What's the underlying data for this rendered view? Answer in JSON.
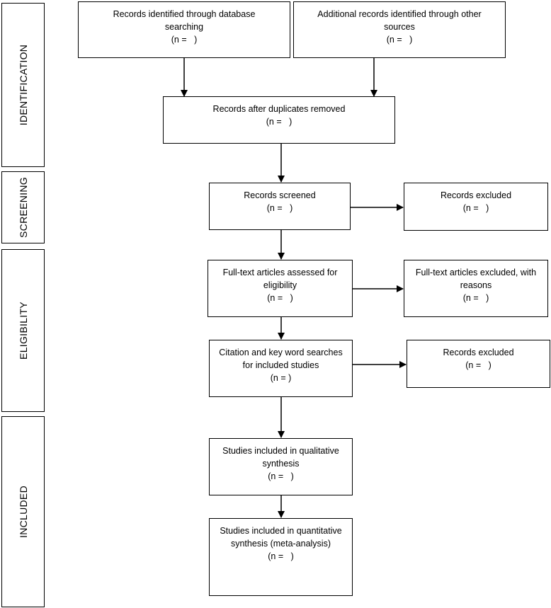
{
  "stages": {
    "identification": "IDENTIFICATION",
    "screening": "SCREENING",
    "eligibility": "ELIGIBILITY",
    "included": "INCLUDED"
  },
  "boxes": {
    "db_search": {
      "line1": "Records identified through database",
      "line2": "searching",
      "line3": "(n =   )"
    },
    "other_sources": {
      "line1": "Additional records identified through other",
      "line2": "sources",
      "line3": "(n =   )"
    },
    "dedup": {
      "line1": "Records after duplicates removed",
      "line2": "(n =   )"
    },
    "screened": {
      "line1": "Records screened",
      "line2": "(n =   )"
    },
    "screen_excluded": {
      "line1": "Records excluded",
      "line2": "(n =   )"
    },
    "fulltext": {
      "line1": "Full-text articles assessed for",
      "line2": "eligibility",
      "line3": "(n =   )"
    },
    "fulltext_excluded": {
      "line1": "Full-text articles excluded, with",
      "line2": "reasons",
      "line3": "(n =   )"
    },
    "citation": {
      "line1": "Citation and key word searches",
      "line2": "for included studies",
      "line3": "(n = )"
    },
    "citation_excluded": {
      "line1": "Records excluded",
      "line2": "(n =   )"
    },
    "qualitative": {
      "line1": "Studies included in qualitative",
      "line2": "synthesis",
      "line3": "(n =   )"
    },
    "quantitative": {
      "line1": "Studies included in quantitative",
      "line2": "synthesis (meta-analysis)",
      "line3": "(n =   )"
    }
  }
}
